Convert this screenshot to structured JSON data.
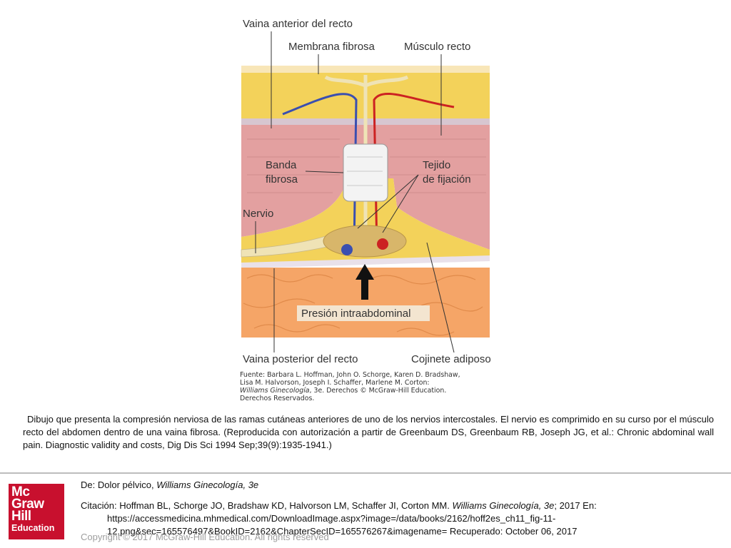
{
  "figure": {
    "labels": {
      "vaina_anterior": "Vaina anterior del recto",
      "membrana_fibrosa": "Membrana fibrosa",
      "musculo_recto": "Músculo recto",
      "banda_fibrosa_1": "Banda",
      "banda_fibrosa_2": "fibrosa",
      "tejido_fijacion_1": "Tejido",
      "tejido_fijacion_2": "de fijación",
      "nervio": "Nervio",
      "presion": "Presión intraabdominal",
      "vaina_posterior": "Vaina posterior del recto",
      "cojinete": "Cojinete adiposo"
    },
    "source_lines": [
      "Fuente: Barbara L. Hoffman, John O. Schorge, Karen D. Bradshaw,",
      "Lisa M. Halvorson, Joseph I. Schaffer, Marlene M. Corton:"
    ],
    "source_italic": "Williams Ginecología",
    "source_rest": ", 3e. Derechos © McGraw-Hill Education.",
    "source_last": "Derechos Reservados.",
    "colors": {
      "fat": "#f3d25a",
      "muscle": "#e3a0a0",
      "bowel": "#f5a567",
      "nerve": "#efe3b6",
      "artery": "#cc2222",
      "vein": "#3a4fb0"
    }
  },
  "caption": "Dibujo que presenta la compresión nerviosa de las ramas cutáneas anteriores de uno de los nervios intercostales. El nervio es comprimido en su curso por el músculo recto del abdomen dentro de una vaina fibrosa. (Reproducida con autorización a partir de Greenbaum DS, Greenbaum RB, Joseph JG, et al.: Chronic abdominal wall pain. Diagnostic validity and costs, Dig Dis Sci 1994 Sep;39(9):1935-1941.)",
  "logo": {
    "line1": "Mc",
    "line2": "Graw",
    "line3": "Hill",
    "line4": "Education"
  },
  "citation": {
    "de_prefix": "De: Dolor pélvico, ",
    "de_book": "Williams Ginecología, 3e",
    "cit_prefix": "Citación: Hoffman BL, Schorge JO, Bradshaw KD, Halvorson LM, Schaffer JI, Corton MM. ",
    "cit_book": "Williams Ginecología, 3e",
    "cit_suffix": "; 2017 En:",
    "url_line1": "https://accessmedicina.mhmedical.com/DownloadImage.aspx?image=/data/books/2162/hoff2es_ch11_fig-11-",
    "url_line2": "12.png&sec=165576497&BookID=2162&ChapterSecID=165576267&imagename= Recuperado: October 06, 2017"
  },
  "copyright": "Copyright © 2017 McGraw-Hill Education. All rights reserved"
}
